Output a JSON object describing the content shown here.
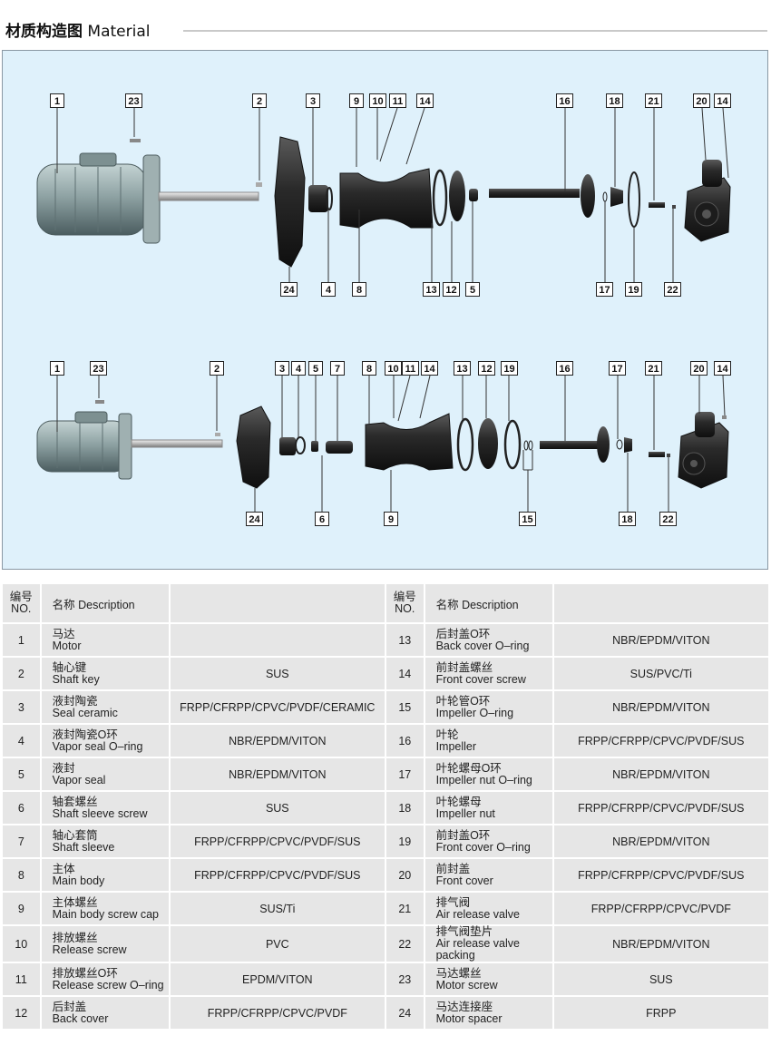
{
  "header": {
    "title_zh": "材质构造图",
    "title_en": "Material"
  },
  "diagram": {
    "top_labels": [
      "1",
      "23",
      "2",
      "3",
      "9",
      "10",
      "11",
      "14",
      "16",
      "18",
      "21",
      "20",
      "14",
      "24",
      "4",
      "8",
      "13",
      "12",
      "5",
      "17",
      "19",
      "22"
    ],
    "bottom_labels": [
      "1",
      "23",
      "2",
      "3",
      "4",
      "5",
      "7",
      "8",
      "10",
      "11",
      "14",
      "13",
      "12",
      "19",
      "16",
      "17",
      "21",
      "20",
      "14",
      "24",
      "6",
      "9",
      "15",
      "18",
      "22"
    ]
  },
  "table": {
    "headers": {
      "no_zh": "编号",
      "no_en": "NO.",
      "name_zh": "名称",
      "name_en": "Description"
    },
    "parts": [
      {
        "no": "1",
        "zh": "马达",
        "en": "Motor",
        "mat": ""
      },
      {
        "no": "2",
        "zh": "轴心键",
        "en": "Shaft key",
        "mat": "SUS"
      },
      {
        "no": "3",
        "zh": "液封陶瓷",
        "en": "Seal ceramic",
        "mat": "FRPP/CFRPP/CPVC/PVDF/CERAMIC"
      },
      {
        "no": "4",
        "zh": "液封陶瓷O环",
        "en": "Vapor seal O–ring",
        "mat": "NBR/EPDM/VITON"
      },
      {
        "no": "5",
        "zh": "液封",
        "en": "Vapor seal",
        "mat": "NBR/EPDM/VITON"
      },
      {
        "no": "6",
        "zh": "轴套螺丝",
        "en": "Shaft sleeve screw",
        "mat": "SUS"
      },
      {
        "no": "7",
        "zh": "轴心套筒",
        "en": "Shaft sleeve",
        "mat": "FRPP/CFRPP/CPVC/PVDF/SUS"
      },
      {
        "no": "8",
        "zh": "主体",
        "en": "Main body",
        "mat": "FRPP/CFRPP/CPVC/PVDF/SUS"
      },
      {
        "no": "9",
        "zh": "主体螺丝",
        "en": "Main body screw cap",
        "mat": "SUS/Ti"
      },
      {
        "no": "10",
        "zh": "排放螺丝",
        "en": "Release screw",
        "mat": "PVC"
      },
      {
        "no": "11",
        "zh": "排放螺丝O环",
        "en": "Release screw O–ring",
        "mat": "EPDM/VITON"
      },
      {
        "no": "12",
        "zh": "后封盖",
        "en": "Back cover",
        "mat": "FRPP/CFRPP/CPVC/PVDF"
      },
      {
        "no": "13",
        "zh": "后封盖O环",
        "en": "Back cover O–ring",
        "mat": "NBR/EPDM/VITON"
      },
      {
        "no": "14",
        "zh": "前封盖螺丝",
        "en": "Front cover screw",
        "mat": "SUS/PVC/Ti"
      },
      {
        "no": "15",
        "zh": "叶轮管O环",
        "en": "Impeller O–ring",
        "mat": "NBR/EPDM/VITON"
      },
      {
        "no": "16",
        "zh": "叶轮",
        "en": "Impeller",
        "mat": "FRPP/CFRPP/CPVC/PVDF/SUS"
      },
      {
        "no": "17",
        "zh": "叶轮螺母O环",
        "en": "Impeller nut O–ring",
        "mat": "NBR/EPDM/VITON"
      },
      {
        "no": "18",
        "zh": "叶轮螺母",
        "en": "Impeller nut",
        "mat": "FRPP/CFRPP/CPVC/PVDF/SUS"
      },
      {
        "no": "19",
        "zh": "前封盖O环",
        "en": "Front cover O–ring",
        "mat": "NBR/EPDM/VITON"
      },
      {
        "no": "20",
        "zh": "前封盖",
        "en": "Front cover",
        "mat": "FRPP/CFRPP/CPVC/PVDF/SUS"
      },
      {
        "no": "21",
        "zh": "排气阀",
        "en": "Air release valve",
        "mat": "FRPP/CFRPP/CPVC/PVDF"
      },
      {
        "no": "22",
        "zh": "排气阀垫片",
        "en": "Air release valve packing",
        "mat": "NBR/EPDM/VITON"
      },
      {
        "no": "23",
        "zh": "马达螺丝",
        "en": "Motor screw",
        "mat": "SUS"
      },
      {
        "no": "24",
        "zh": "马达连接座",
        "en": "Motor spacer",
        "mat": "FRPP"
      }
    ]
  }
}
